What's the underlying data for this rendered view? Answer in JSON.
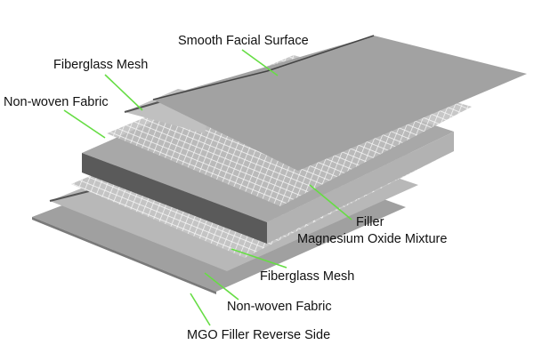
{
  "title": "MGO board layer structure",
  "colors": {
    "leader": "#66dd44",
    "sheet": "#a3a3a3",
    "slab_front": "#5a5a5a",
    "mesh": "#ffffff"
  },
  "labels": {
    "smooth_surface": "Smooth Facial Surface",
    "top_mesh": "Fiberglass Mesh",
    "top_fabric": "Non-woven Fabric",
    "filler_1": "Filler",
    "filler_2": "Magnesium Oxide Mixture",
    "bottom_mesh": "Fiberglass Mesh",
    "bottom_fabric": "Non-woven Fabric",
    "reverse_side": "MGO Filler Reverse Side"
  }
}
